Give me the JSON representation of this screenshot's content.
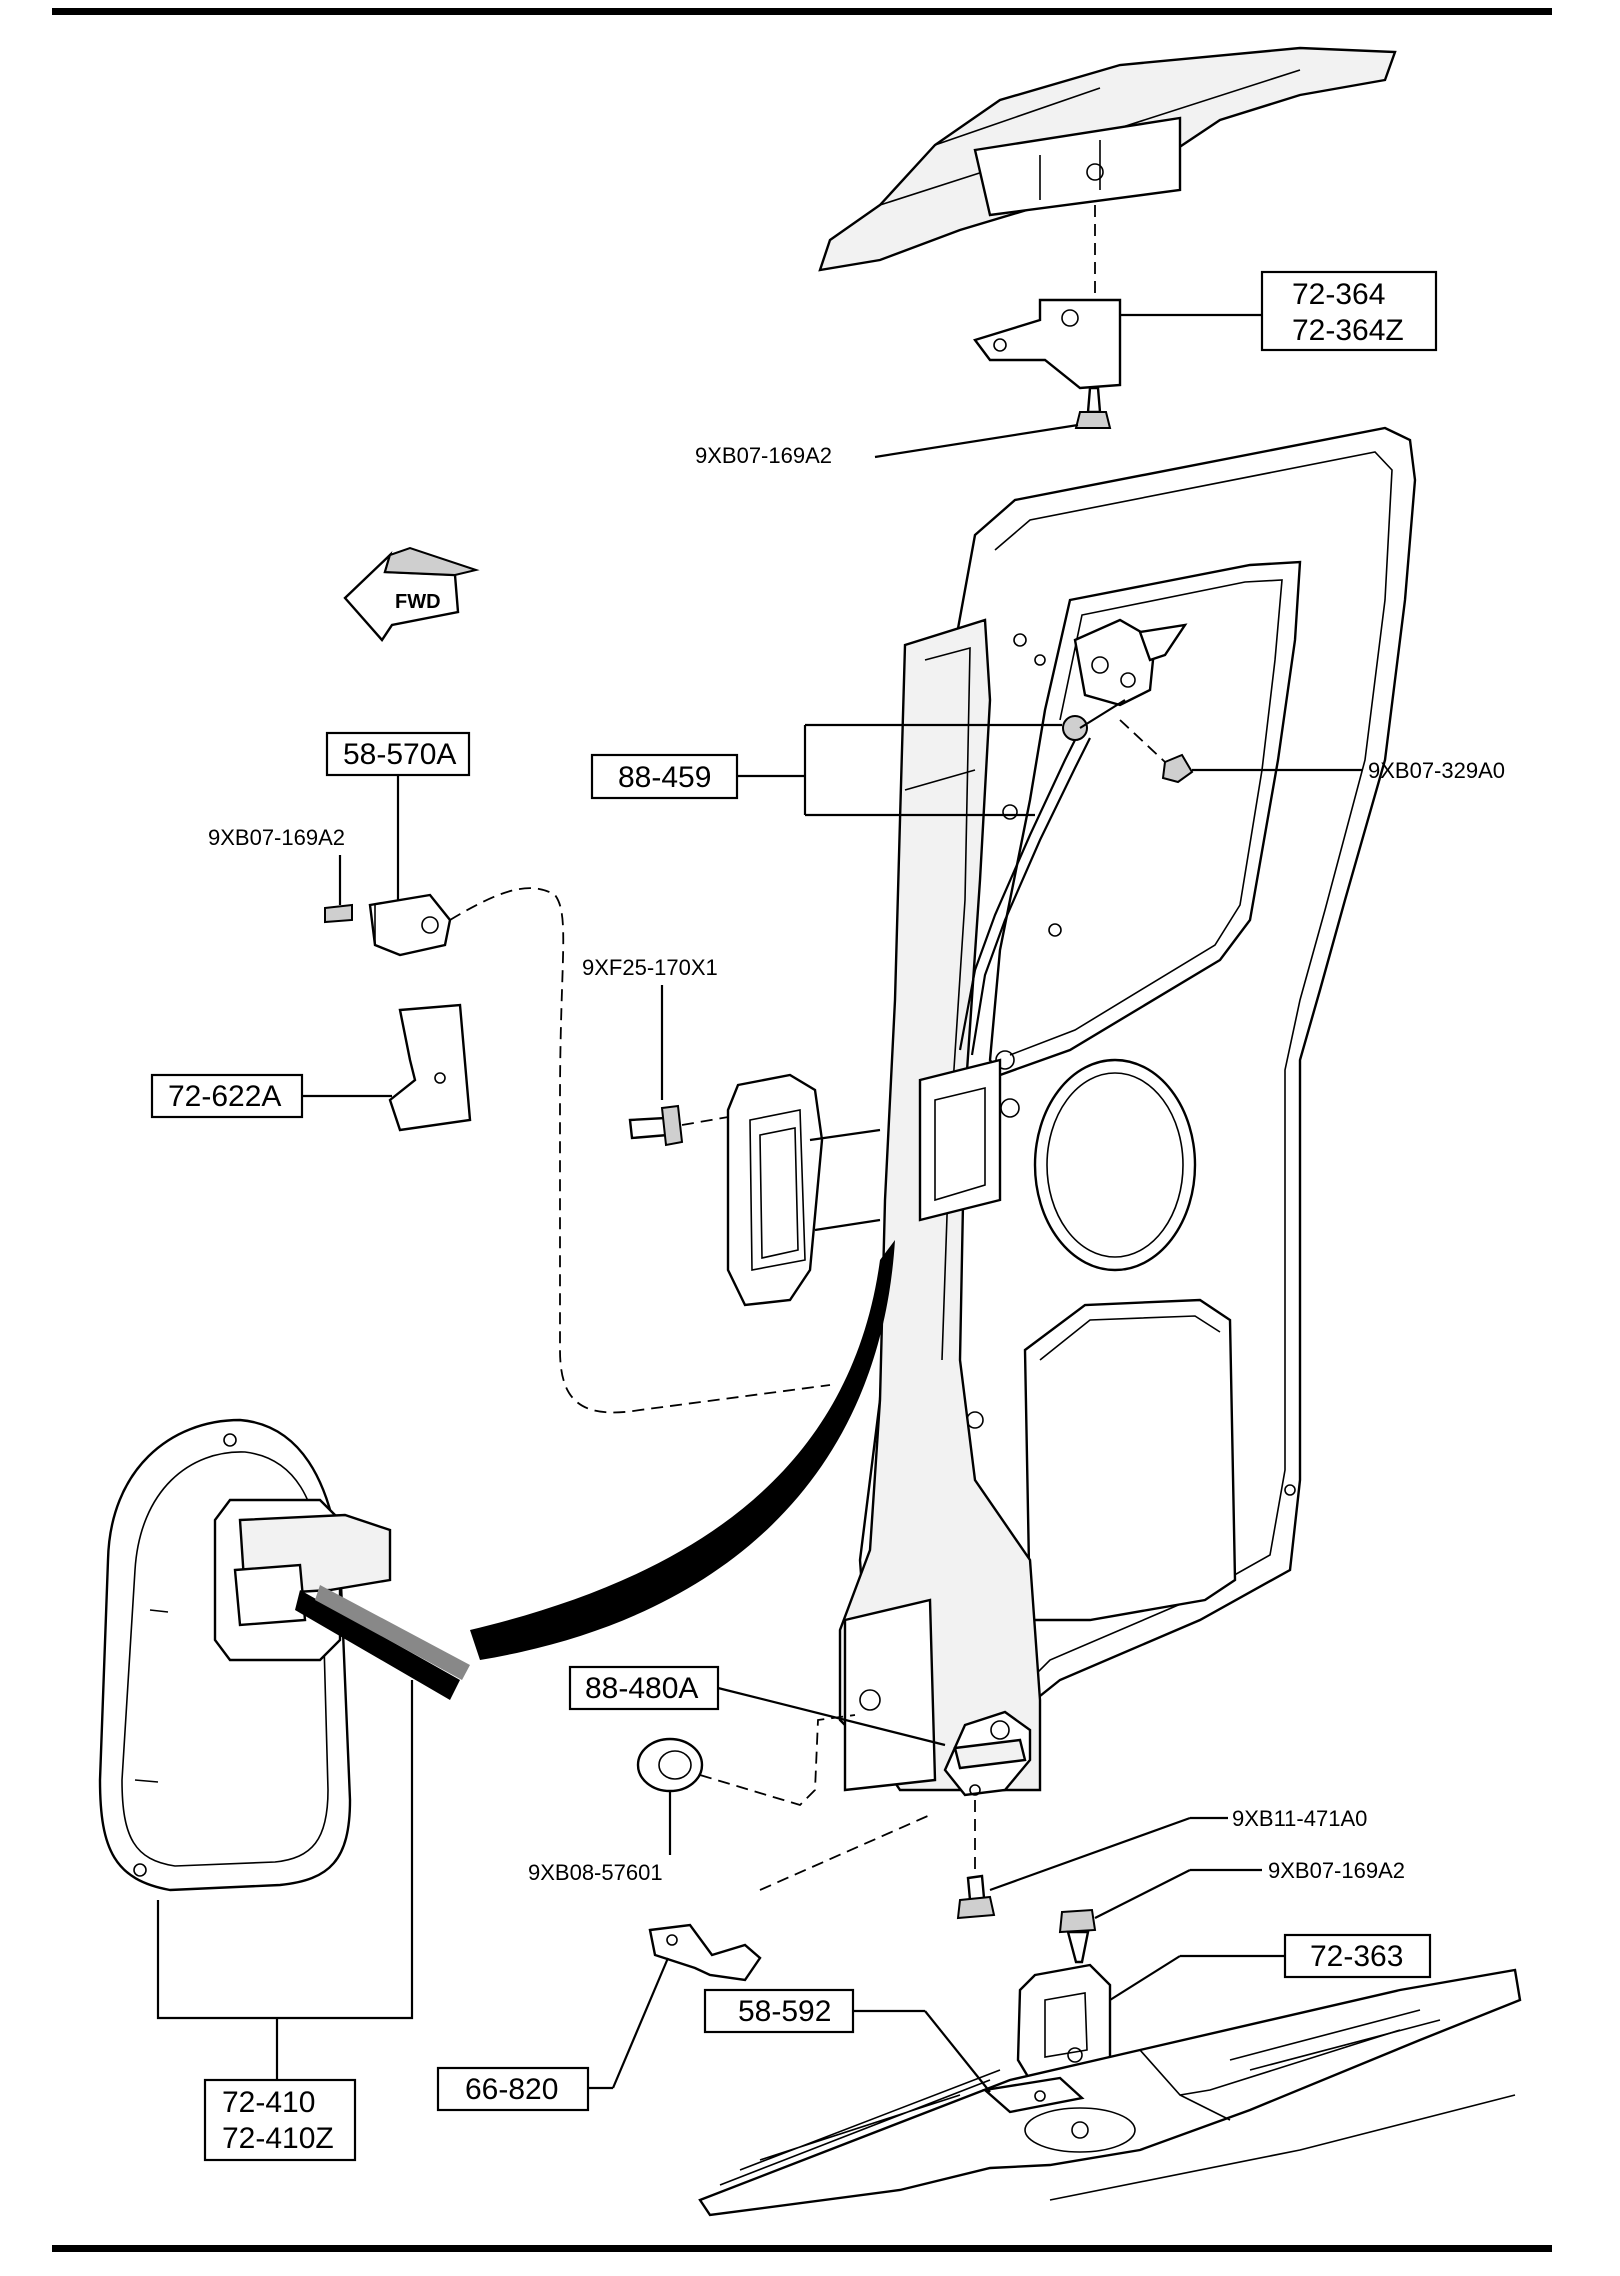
{
  "indicator": {
    "fwd_text": "FWD"
  },
  "parts": {
    "p72_364": {
      "line1": "72-364",
      "line2": "72-364Z"
    },
    "bolt_top": "9XB07-169A2",
    "p88_459": "88-459",
    "bolt_329": "9XB07-329A0",
    "p58_570A": "58-570A",
    "bolt_left": "9XB07-169A2",
    "p72_622A": "72-622A",
    "bolt_170": "9XF25-170X1",
    "p88_480A": "88-480A",
    "bolt_471": "9XB11-471A0",
    "bolt_169_lower": "9XB07-169A2",
    "grommet_576": "9XB08-57601",
    "p72_363": "72-363",
    "p58_592": "58-592",
    "p66_820": "66-820",
    "p72_410": {
      "line1": "72-410",
      "line2": "72-410Z"
    }
  }
}
